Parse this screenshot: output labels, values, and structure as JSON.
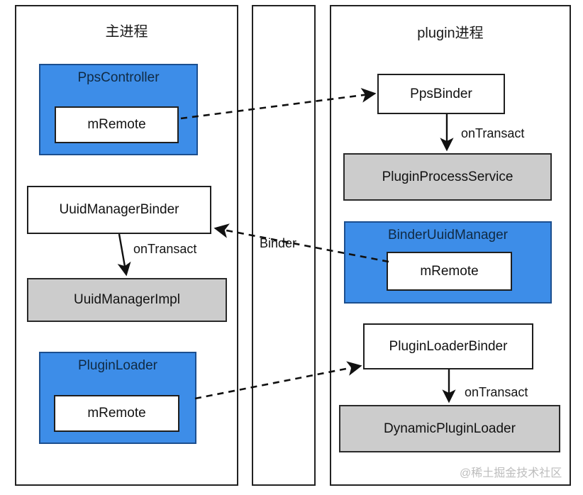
{
  "diagram": {
    "title_left": "主进程",
    "title_middle": "Binder",
    "title_right": "plugin进程",
    "watermark": "@稀土掘金技术社区",
    "colors": {
      "blue": "#3d8de8",
      "gray": "#cccccc",
      "white": "#ffffff",
      "stroke": "#1f1f1f",
      "watermark": "#bdbdbd"
    },
    "left_panel": {
      "nodes": [
        {
          "label": "PpsController",
          "inner": "mRemote",
          "style": "blue"
        },
        {
          "label": "UuidManagerBinder",
          "style": "white"
        },
        {
          "label": "UuidManagerImpl",
          "style": "gray"
        },
        {
          "label": "PluginLoader",
          "inner": "mRemote",
          "style": "blue"
        }
      ],
      "edge_labels": [
        "onTransact"
      ]
    },
    "right_panel": {
      "nodes": [
        {
          "label": "PpsBinder",
          "style": "white"
        },
        {
          "label": "PluginProcessService",
          "style": "gray"
        },
        {
          "label": "BinderUuidManager",
          "inner": "mRemote",
          "style": "blue"
        },
        {
          "label": "PluginLoaderBinder",
          "style": "white"
        },
        {
          "label": "DynamicPluginLoader",
          "style": "gray"
        }
      ],
      "edge_labels": [
        "onTransact",
        "onTransact"
      ]
    }
  }
}
